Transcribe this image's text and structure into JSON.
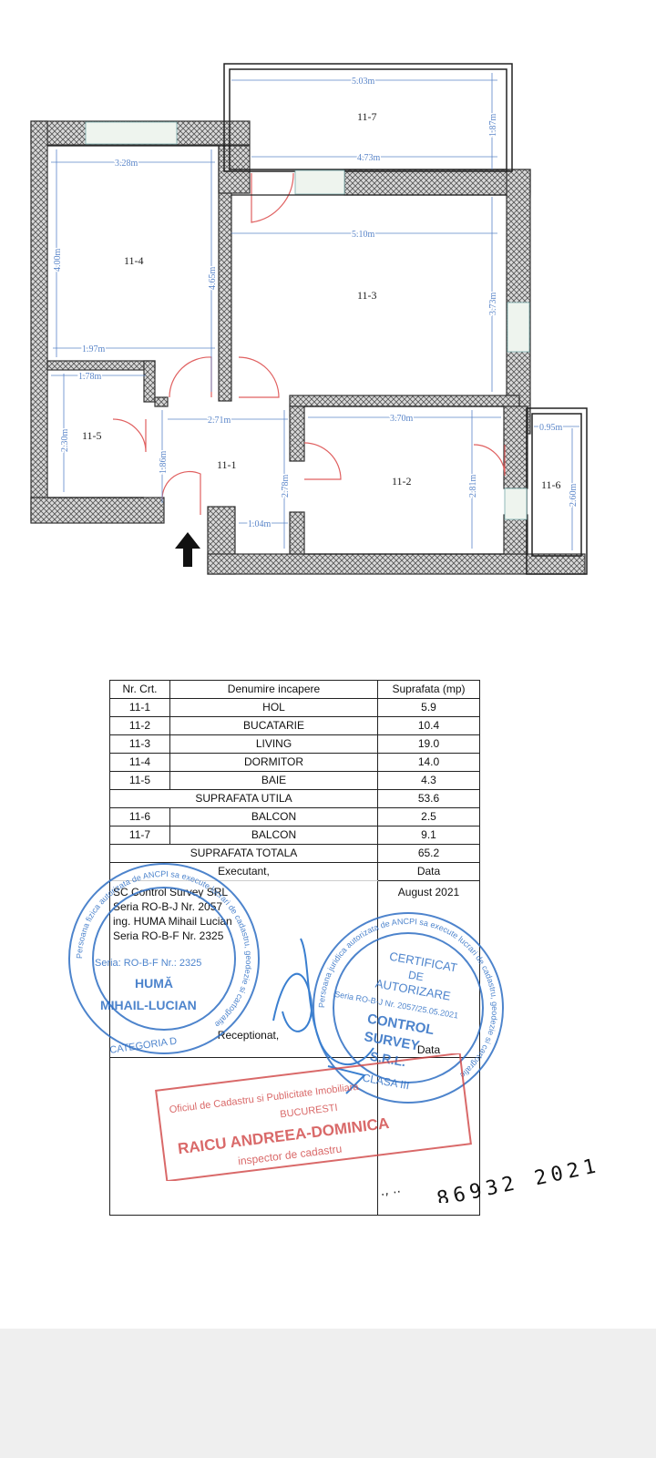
{
  "plan": {
    "rooms": [
      {
        "id": "11-1",
        "name": "HOL"
      },
      {
        "id": "11-2",
        "name": "BUCATARIE"
      },
      {
        "id": "11-3",
        "name": "LIVING"
      },
      {
        "id": "11-4",
        "name": "DORMITOR"
      },
      {
        "id": "11-5",
        "name": "BAIE"
      },
      {
        "id": "11-6",
        "name": "BALCON"
      },
      {
        "id": "11-7",
        "name": "BALCON"
      }
    ],
    "dims": {
      "d_503": "5.03m",
      "d_187": "1.87m",
      "d_473": "4.73m",
      "d_328": "3.28m",
      "d_510": "5.10m",
      "d_400": "4.00m",
      "d_465": "4.65m",
      "d_373": "3.73m",
      "d_197": "1.97m",
      "d_178": "1.78m",
      "d_271": "2.71m",
      "d_370": "3.70m",
      "d_095": "0.95m",
      "d_230": "2.30m",
      "d_186": "1.86m",
      "d_278": "2.78m",
      "d_281": "2.81m",
      "d_260": "2.60m",
      "d_104": "1.04m"
    }
  },
  "table": {
    "headers": [
      "Nr. Crt.",
      "Denumire incapere",
      "Suprafata (mp)"
    ],
    "rows": [
      [
        "11-1",
        "HOL",
        "5.9"
      ],
      [
        "11-2",
        "BUCATARIE",
        "10.4"
      ],
      [
        "11-3",
        "LIVING",
        "19.0"
      ],
      [
        "11-4",
        "DORMITOR",
        "14.0"
      ],
      [
        "11-5",
        "BAIE",
        "4.3"
      ]
    ],
    "utila_label": "SUPRAFATA UTILA",
    "utila_value": "53.6",
    "rows2": [
      [
        "11-6",
        "BALCON",
        "2.5"
      ],
      [
        "11-7",
        "BALCON",
        "9.1"
      ]
    ],
    "totala_label": "SUPRAFATA TOTALA",
    "totala_value": "65.2",
    "executant_label": "Executant,",
    "data_label": "Data",
    "executant_lines": [
      "SC Control Survey SRL",
      "Seria RO-B-J Nr. 2057",
      "ing. HUMA Mihail Lucian",
      "Seria RO-B-F Nr. 2325"
    ],
    "date": "August 2021",
    "receptionat_label": "Receptionat,",
    "data_label2": "Data"
  },
  "stamps": {
    "left_seal": {
      "ring": "Persoana fizica autorizata de ANCPI sa execute lucrari de cadastru, geodezie si cartografie",
      "line1": "Seria: RO-B-F Nr.: 2325",
      "line2": "HUMĂ",
      "line3": "MIHAIL-LUCIAN",
      "line4": "CATEGORIA D"
    },
    "right_seal": {
      "ring": "Persoana juridica autorizata de ANCPI sa execute lucrari de cadastru, geodezie si cartografie",
      "line1": "CERTIFICAT",
      "line2": "DE",
      "line3": "AUTORIZARE",
      "line4": "Seria RO-B-J Nr. 2057/25.05.2021",
      "line5": "CONTROL",
      "line6": "SURVEY",
      "line7": "S.R.L.",
      "line8": "CLASA III"
    },
    "red_stamp": {
      "line1": "Oficiul de Cadastru si Publicitate Imobiliara",
      "line2": "BUCURESTI",
      "line3": "RAICU ANDREEA-DOMINICA",
      "line4": "inspector de cadastru"
    },
    "handwritten_number": "86932 2021"
  },
  "colors": {
    "wall": "#555555",
    "door": "#e06060",
    "dim": "#5b86c9",
    "stamp_blue": "#2f6fc4",
    "stamp_red": "#d04444"
  }
}
